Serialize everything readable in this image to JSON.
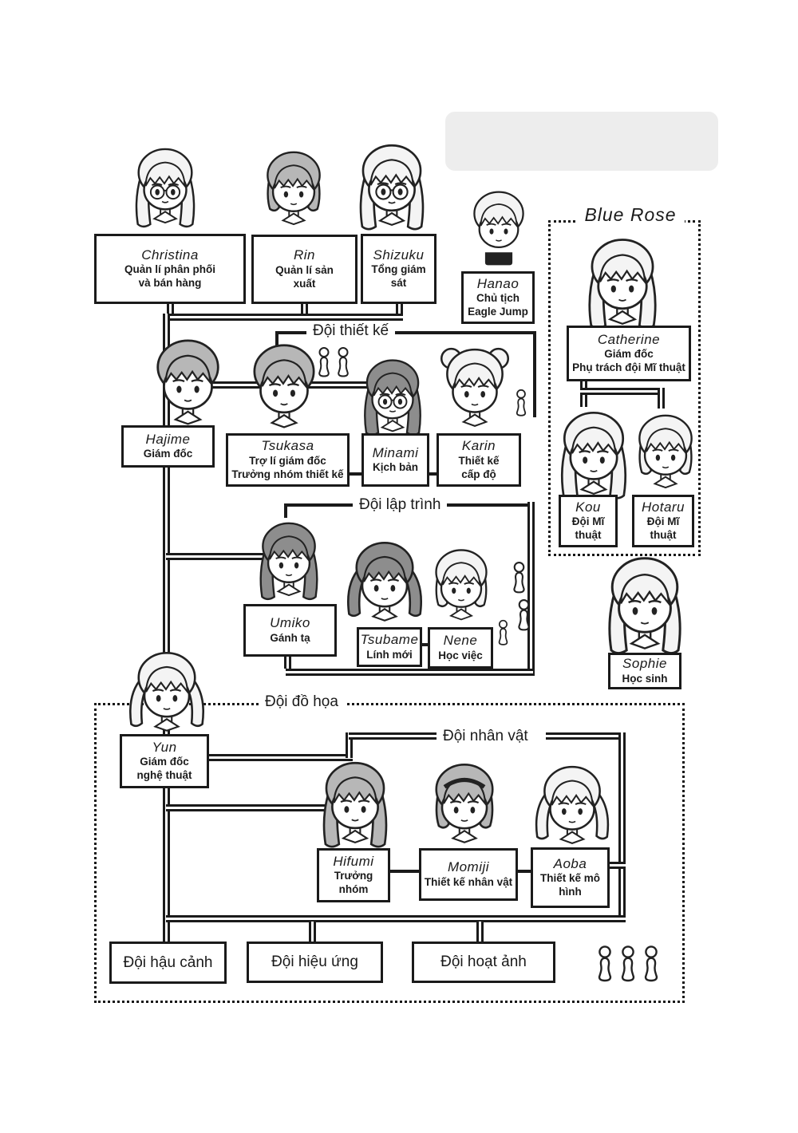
{
  "teams": {
    "design": "Đội thiết kế",
    "programming": "Đội lập trình",
    "graphics": "Đội đồ họa",
    "character": "Đội nhân vật",
    "blue_rose": "Blue Rose"
  },
  "bottom_teams": [
    "Đội hậu cảnh",
    "Đội hiệu ứng",
    "Đội hoạt ảnh"
  ],
  "people": {
    "christina": {
      "name": "Christina",
      "role": "Quản lí phân phối\nvà bán hàng"
    },
    "rin": {
      "name": "Rin",
      "role": "Quản lí sản\nxuất"
    },
    "shizuku": {
      "name": "Shizuku",
      "role": "Tổng giám\nsát"
    },
    "hanao": {
      "name": "Hanao",
      "role": "Chủ tịch\nEagle Jump"
    },
    "catherine": {
      "name": "Catherine",
      "role": "Giám đốc\nPhụ trách đội Mĩ thuật"
    },
    "kou": {
      "name": "Kou",
      "role": "Đội Mĩ\nthuật"
    },
    "hotaru": {
      "name": "Hotaru",
      "role": "Đội Mĩ\nthuật"
    },
    "hajime": {
      "name": "Hajime",
      "role": "Giám đốc"
    },
    "tsukasa": {
      "name": "Tsukasa",
      "role": "Trợ lí giám đốc\nTrưởng nhóm thiết kế"
    },
    "minami": {
      "name": "Minami",
      "role": "Kịch bản"
    },
    "karin": {
      "name": "Karin",
      "role": "Thiết kế\ncấp độ"
    },
    "umiko": {
      "name": "Umiko",
      "role": "Gánh tạ"
    },
    "tsubame": {
      "name": "Tsubame",
      "role": "Lính mới"
    },
    "nene": {
      "name": "Nene",
      "role": "Học việc"
    },
    "sophie": {
      "name": "Sophie",
      "role": "Học sinh"
    },
    "yun": {
      "name": "Yun",
      "role": "Giám đốc\nnghệ thuật"
    },
    "hifumi": {
      "name": "Hifumi",
      "role": "Trưởng\nnhóm"
    },
    "momiji": {
      "name": "Momiji",
      "role": "Thiết kế nhân vật"
    },
    "aoba": {
      "name": "Aoba",
      "role": "Thiết kế mô\nhình"
    }
  },
  "colors": {
    "line": "#1a1a1a",
    "note_bg": "#ededed",
    "background": "#ffffff"
  }
}
